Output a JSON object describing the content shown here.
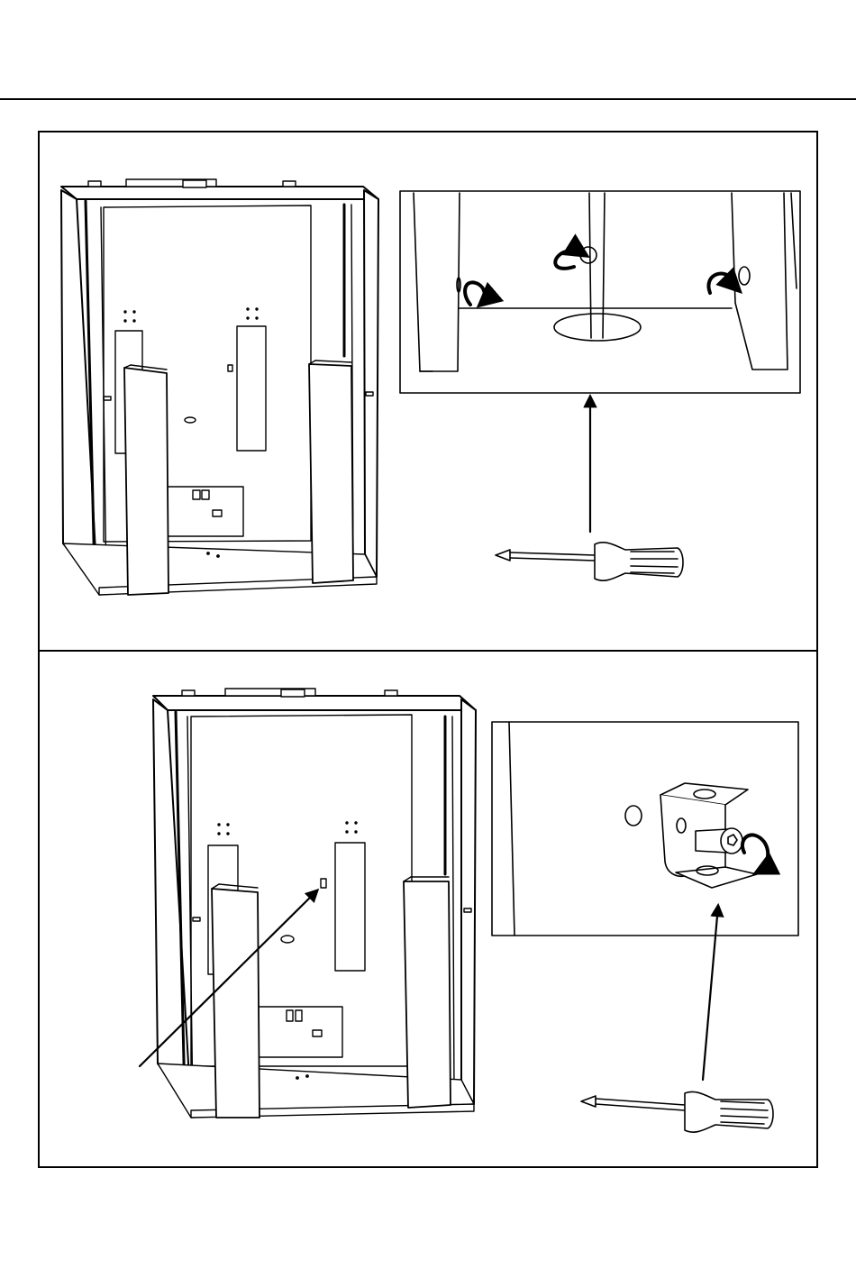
{
  "page": {
    "steps": [
      {
        "name": "step-1",
        "detail": "cam-lock-tightening-detail",
        "tool": "screwdriver-icon",
        "rotation_icons": [
          "rotate-arrow-icon",
          "rotate-arrow-icon",
          "rotate-arrow-icon"
        ]
      },
      {
        "name": "step-2",
        "detail": "bracket-bolt-detail",
        "tool": "screwdriver-icon",
        "rotation_icons": [
          "rotate-arrow-icon"
        ]
      }
    ],
    "colors": {
      "line": "#000000",
      "background": "#ffffff"
    }
  }
}
